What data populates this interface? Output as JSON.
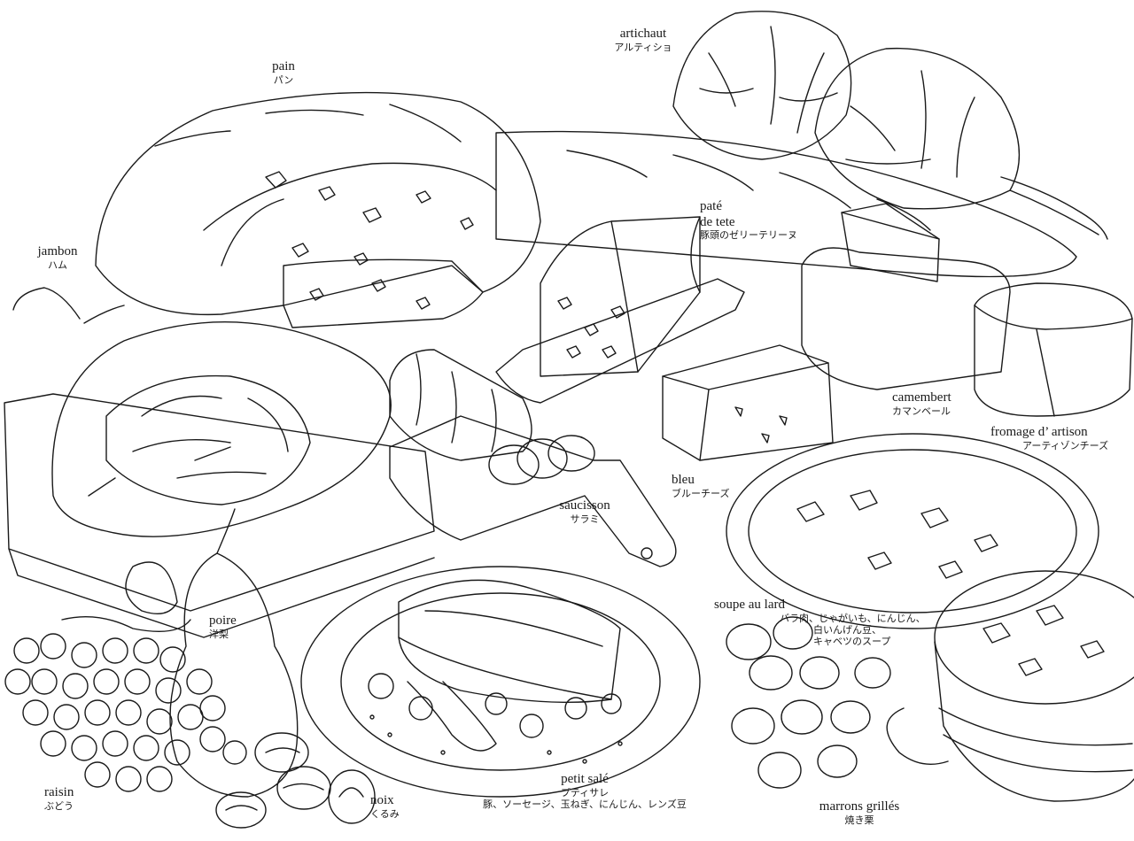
{
  "colors": {
    "ink": "#1a1a1a",
    "paper": "#ffffff"
  },
  "labels": {
    "artichaut": {
      "fr": "artichaut",
      "jp": "アルティショ"
    },
    "pain": {
      "fr": "pain",
      "jp": "パン"
    },
    "jambon": {
      "fr": "jambon",
      "jp": "ハム"
    },
    "pate": {
      "fr1": "paté",
      "fr2": "de tete",
      "jp": "豚頭のゼリーテリーヌ"
    },
    "camembert": {
      "fr": "camembert",
      "jp": "カマンベール"
    },
    "fromage": {
      "fr": "fromage d’ artison",
      "jp": "アーティゾンチーズ"
    },
    "bleu": {
      "fr": "bleu",
      "jp": "ブルーチーズ"
    },
    "saucisson": {
      "fr": "saucisson",
      "jp": "サラミ"
    },
    "soupe": {
      "fr": "soupe au lard",
      "jp1": "バラ肉、じゃがいも、にんじん、",
      "jp2": "白いんげん豆、",
      "jp3": "キャベツのスープ"
    },
    "poire": {
      "fr": "poire",
      "jp": "洋梨"
    },
    "raisin": {
      "fr": "raisin",
      "jp": "ぶどう"
    },
    "noix": {
      "fr": "noix",
      "jp": "くるみ"
    },
    "petit_sale": {
      "fr": "petit salé",
      "jp1": "プティサレ",
      "jp2": "豚、ソーセージ、玉ねぎ、にんじん、レンズ豆"
    },
    "marrons": {
      "fr": "marrons grillés",
      "jp": "焼き栗"
    }
  }
}
